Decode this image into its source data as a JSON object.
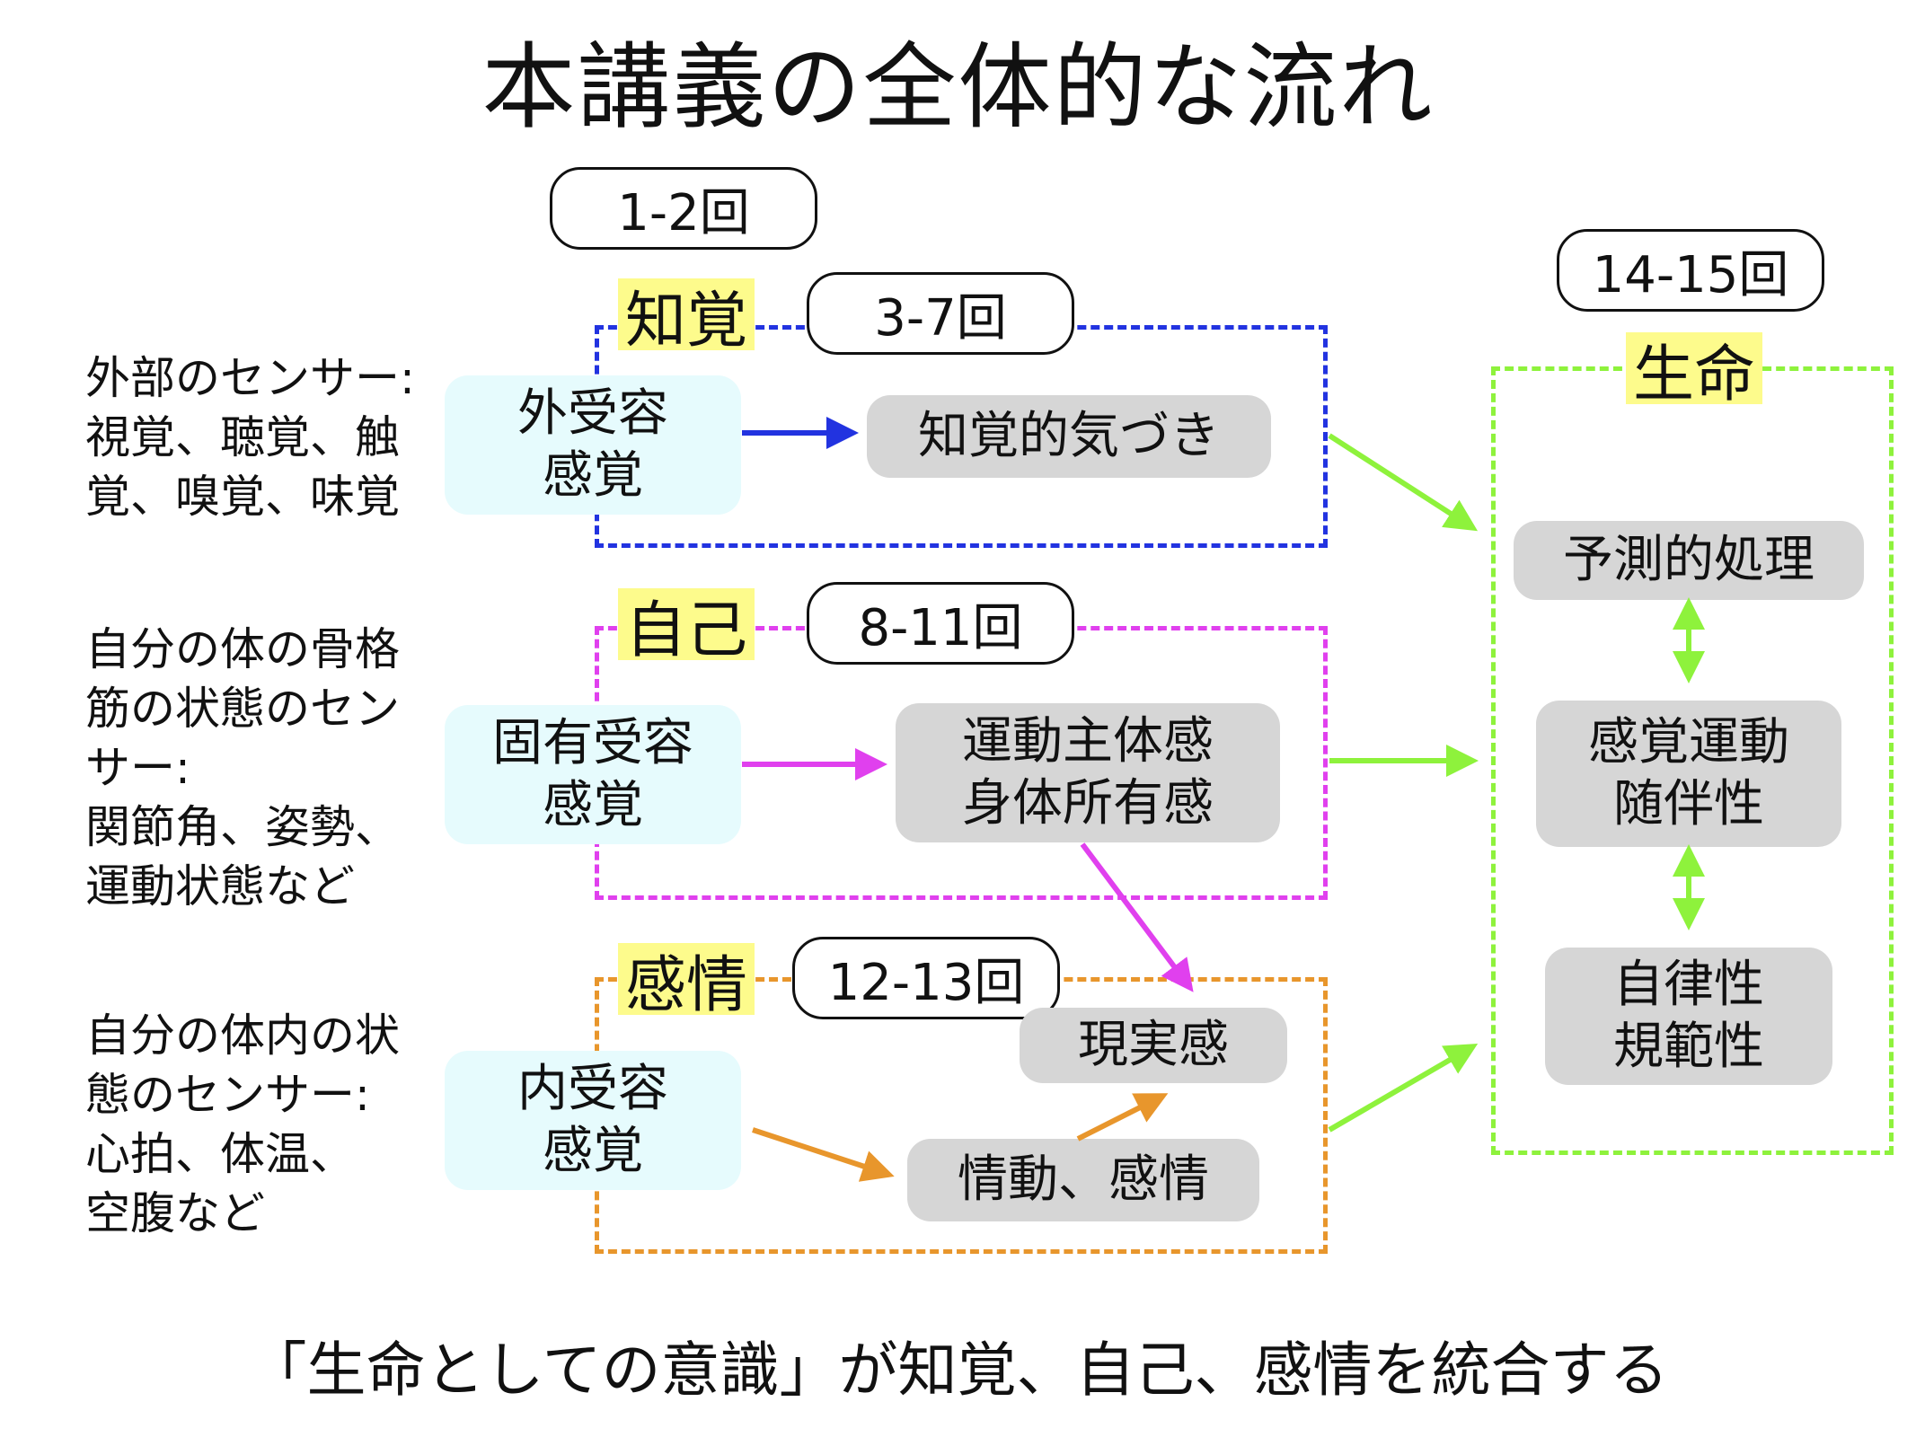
{
  "title": "本講義の全体的な流れ",
  "footer": "「生命としての意識」が知覚、自己、感情を統合する",
  "sessions": {
    "s1": "1-2回",
    "s2": "3-7回",
    "s3": "8-11回",
    "s4": "12-13回",
    "s5": "14-15回"
  },
  "sections": {
    "perception": "知覚",
    "self": "自己",
    "emotion": "感情",
    "life": "生命"
  },
  "side_notes": {
    "external": "外部のセンサー:\n視覚、聴覚、触\n覚、嗅覚、味覚",
    "proprio": "自分の体の骨格\n筋の状態のセン\nサー:\n関節角、姿勢、\n運動状態など",
    "intero": "自分の体内の状\n態のセンサー:\n心拍、体温、\n空腹など"
  },
  "senses": {
    "exteroception": "外受容\n感覚",
    "proprioception": "固有受容\n感覚",
    "interoception": "内受容\n感覚"
  },
  "processes": {
    "perceptual_awareness": "知覚的気づき",
    "agency_ownership": "運動主体感\n身体所有感",
    "reality": "現実感",
    "emotion_feeling": "情動、感情",
    "predictive": "予測的処理",
    "contingency": "感覚運動\n随伴性",
    "autonomy": "自律性\n規範性"
  },
  "colors": {
    "perception": "#2233e0",
    "self": "#e040ee",
    "emotion": "#e8962c",
    "life": "#8ef23c",
    "sense_bg": "#e6fbfd",
    "process_bg": "#d6d6d6",
    "tag_bg": "#fdfb8c"
  }
}
